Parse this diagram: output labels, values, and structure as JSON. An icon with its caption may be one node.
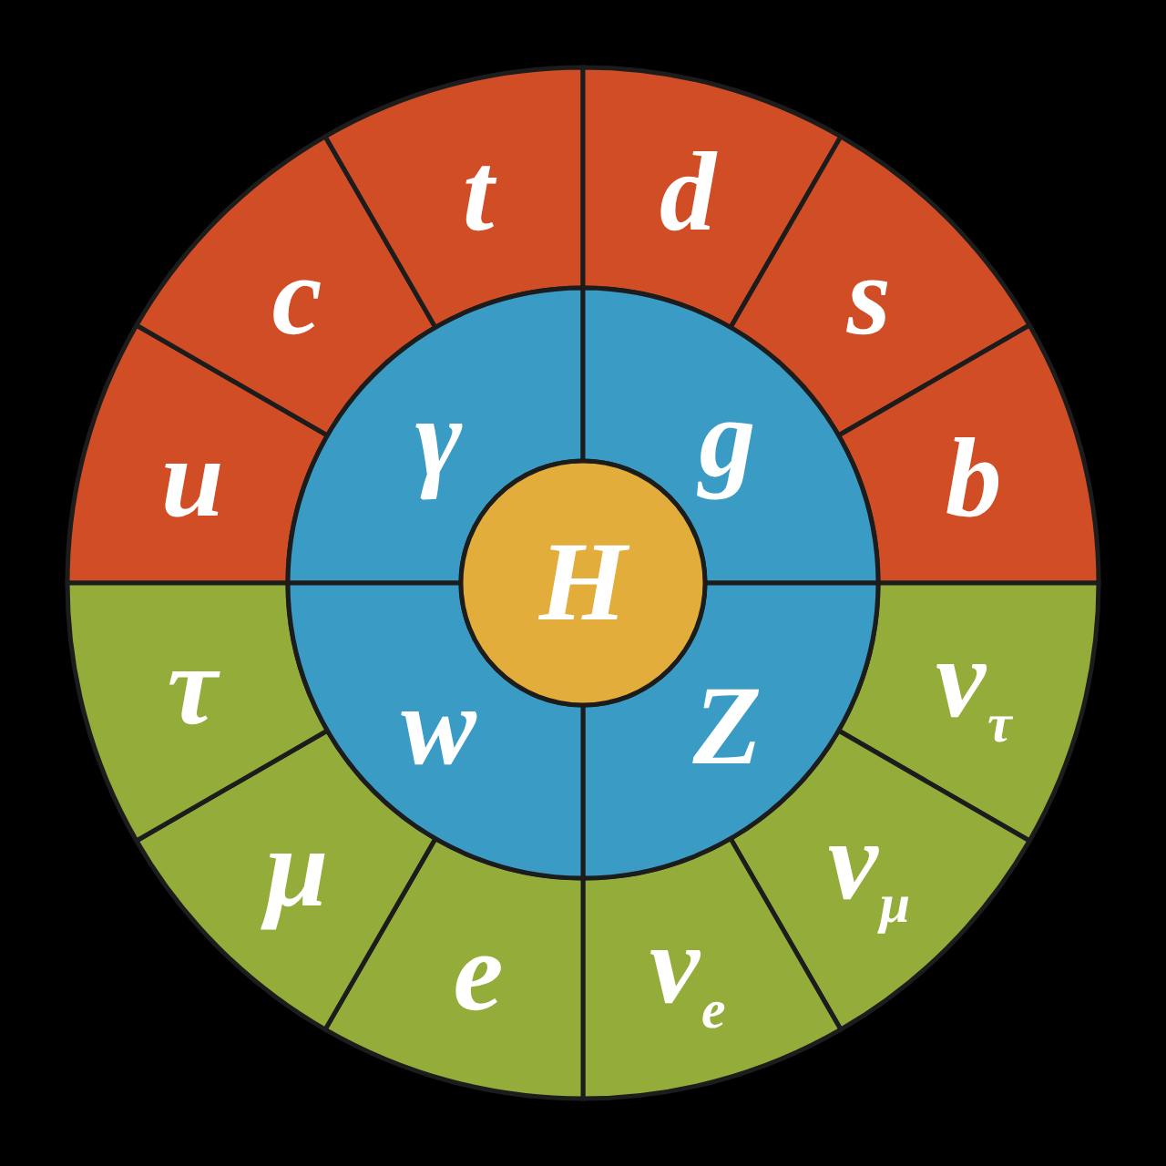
{
  "diagram": {
    "nodes": [
      {
        "text": [
          "u"
        ]
      },
      {
        "text": [
          "c"
        ]
      },
      {
        "text": [
          "t"
        ]
      },
      {
        "text": [
          "d"
        ]
      },
      {
        "text": [
          "s"
        ]
      },
      {
        "text": [
          "b"
        ]
      },
      {
        "text": [
          "ν$_{τ}$"
        ]
      },
      {
        "text": [
          "ν$_{μ}$"
        ]
      },
      {
        "text": [
          "ν$_{e}$"
        ]
      },
      {
        "text": [
          "e"
        ]
      },
      {
        "text": [
          "μ"
        ]
      },
      {
        "text": [
          "τ"
        ]
      },
      {
        "text": [
          "γ"
        ]
      },
      {
        "text": [
          "g"
        ]
      },
      {
        "text": [
          "Z"
        ]
      },
      {
        "text": [
          "w"
        ]
      },
      {
        "text": [
          "H"
        ]
      }
    ]
  }
}
